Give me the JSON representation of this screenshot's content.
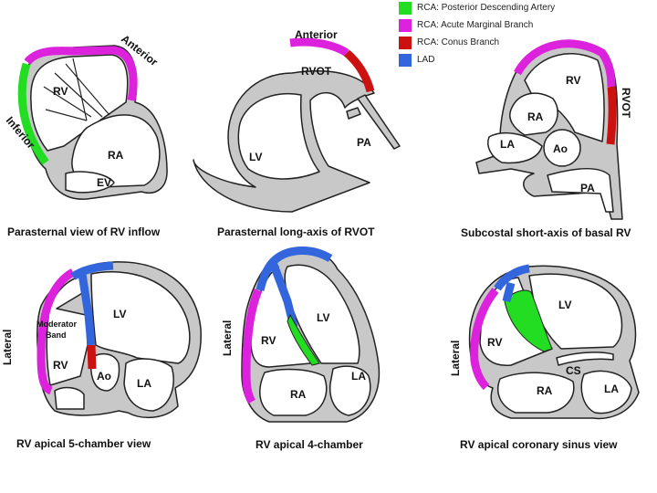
{
  "legend": [
    {
      "label": "RCA: Posterior Descending Artery",
      "color": "#22dd22"
    },
    {
      "label": "RCA: Acute Marginal Branch",
      "color": "#dd22dd"
    },
    {
      "label": "RCA: Conus Branch",
      "color": "#cc1111"
    },
    {
      "label": "LAD",
      "color": "#3366dd"
    }
  ],
  "colors": {
    "wall": "#c8c8c8",
    "outline": "#222222"
  },
  "views": {
    "rv_inflow": {
      "caption": "Parasternal view of RV inflow",
      "labels": {
        "anterior": "Anterior",
        "inferior": "Inferior",
        "rv": "RV",
        "ra": "RA",
        "ev": "EV"
      }
    },
    "rvot": {
      "caption": "Parasternal long-axis of RVOT",
      "labels": {
        "anterior": "Anterior",
        "rvot": "RVOT",
        "lv": "LV",
        "pa": "PA"
      }
    },
    "subcostal": {
      "caption": "Subcostal short-axis of basal RV",
      "labels": {
        "rv": "RV",
        "rvot": "RVOT",
        "ra": "RA",
        "la": "LA",
        "ao": "Ao",
        "pa": "PA"
      }
    },
    "apical5": {
      "caption": "RV apical 5-chamber view",
      "labels": {
        "lateral": "Lateral",
        "moderator_band_1": "Moderator",
        "moderator_band_2": "Band",
        "lv": "LV",
        "rv": "RV",
        "ao": "Ao",
        "la": "LA"
      }
    },
    "apical4": {
      "caption": "RV apical 4-chamber",
      "labels": {
        "lateral": "Lateral",
        "lv": "LV",
        "rv": "RV",
        "ra": "RA",
        "la": "LA"
      }
    },
    "coronary_sinus": {
      "caption": "RV apical coronary sinus view",
      "labels": {
        "lateral": "Lateral",
        "lv": "LV",
        "rv": "RV",
        "cs": "CS",
        "ra": "RA",
        "la": "LA"
      }
    }
  }
}
